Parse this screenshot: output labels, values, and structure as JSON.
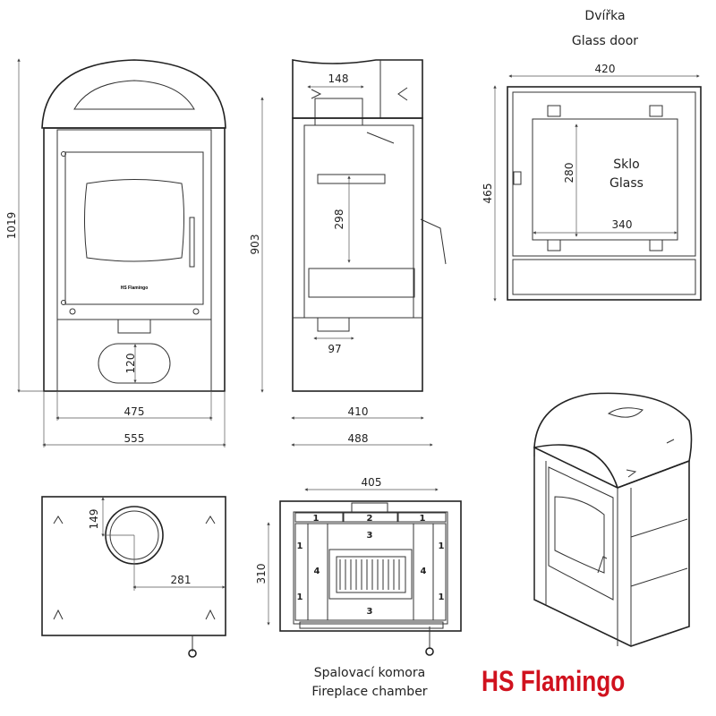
{
  "front_view": {
    "height": "1019",
    "inner_width": "475",
    "outer_width": "555",
    "ash_opening": "120",
    "door_logo": "HS Flamingo"
  },
  "side_view": {
    "height": "903",
    "flue": "148",
    "chamber_height": "298",
    "ash": "97",
    "inner_depth": "410",
    "outer_depth": "488"
  },
  "door_view": {
    "title_cz": "Dvířka",
    "title_en": "Glass door",
    "width": "420",
    "height": "465",
    "glass_height": "280",
    "glass_width": "340",
    "glass_cz": "Sklo",
    "glass_en": "Glass"
  },
  "top_view": {
    "offset_y": "149",
    "offset_x": "281"
  },
  "chamber_view": {
    "width": "405",
    "depth": "310",
    "parts": [
      "1",
      "2",
      "1",
      "3",
      "1",
      "1",
      "4",
      "4",
      "1",
      "1",
      "3"
    ],
    "title_cz": "Spalovací komora",
    "title_en": "Fireplace chamber"
  },
  "brand": {
    "logo": "HS Flamingo",
    "color": "#d0121e"
  }
}
